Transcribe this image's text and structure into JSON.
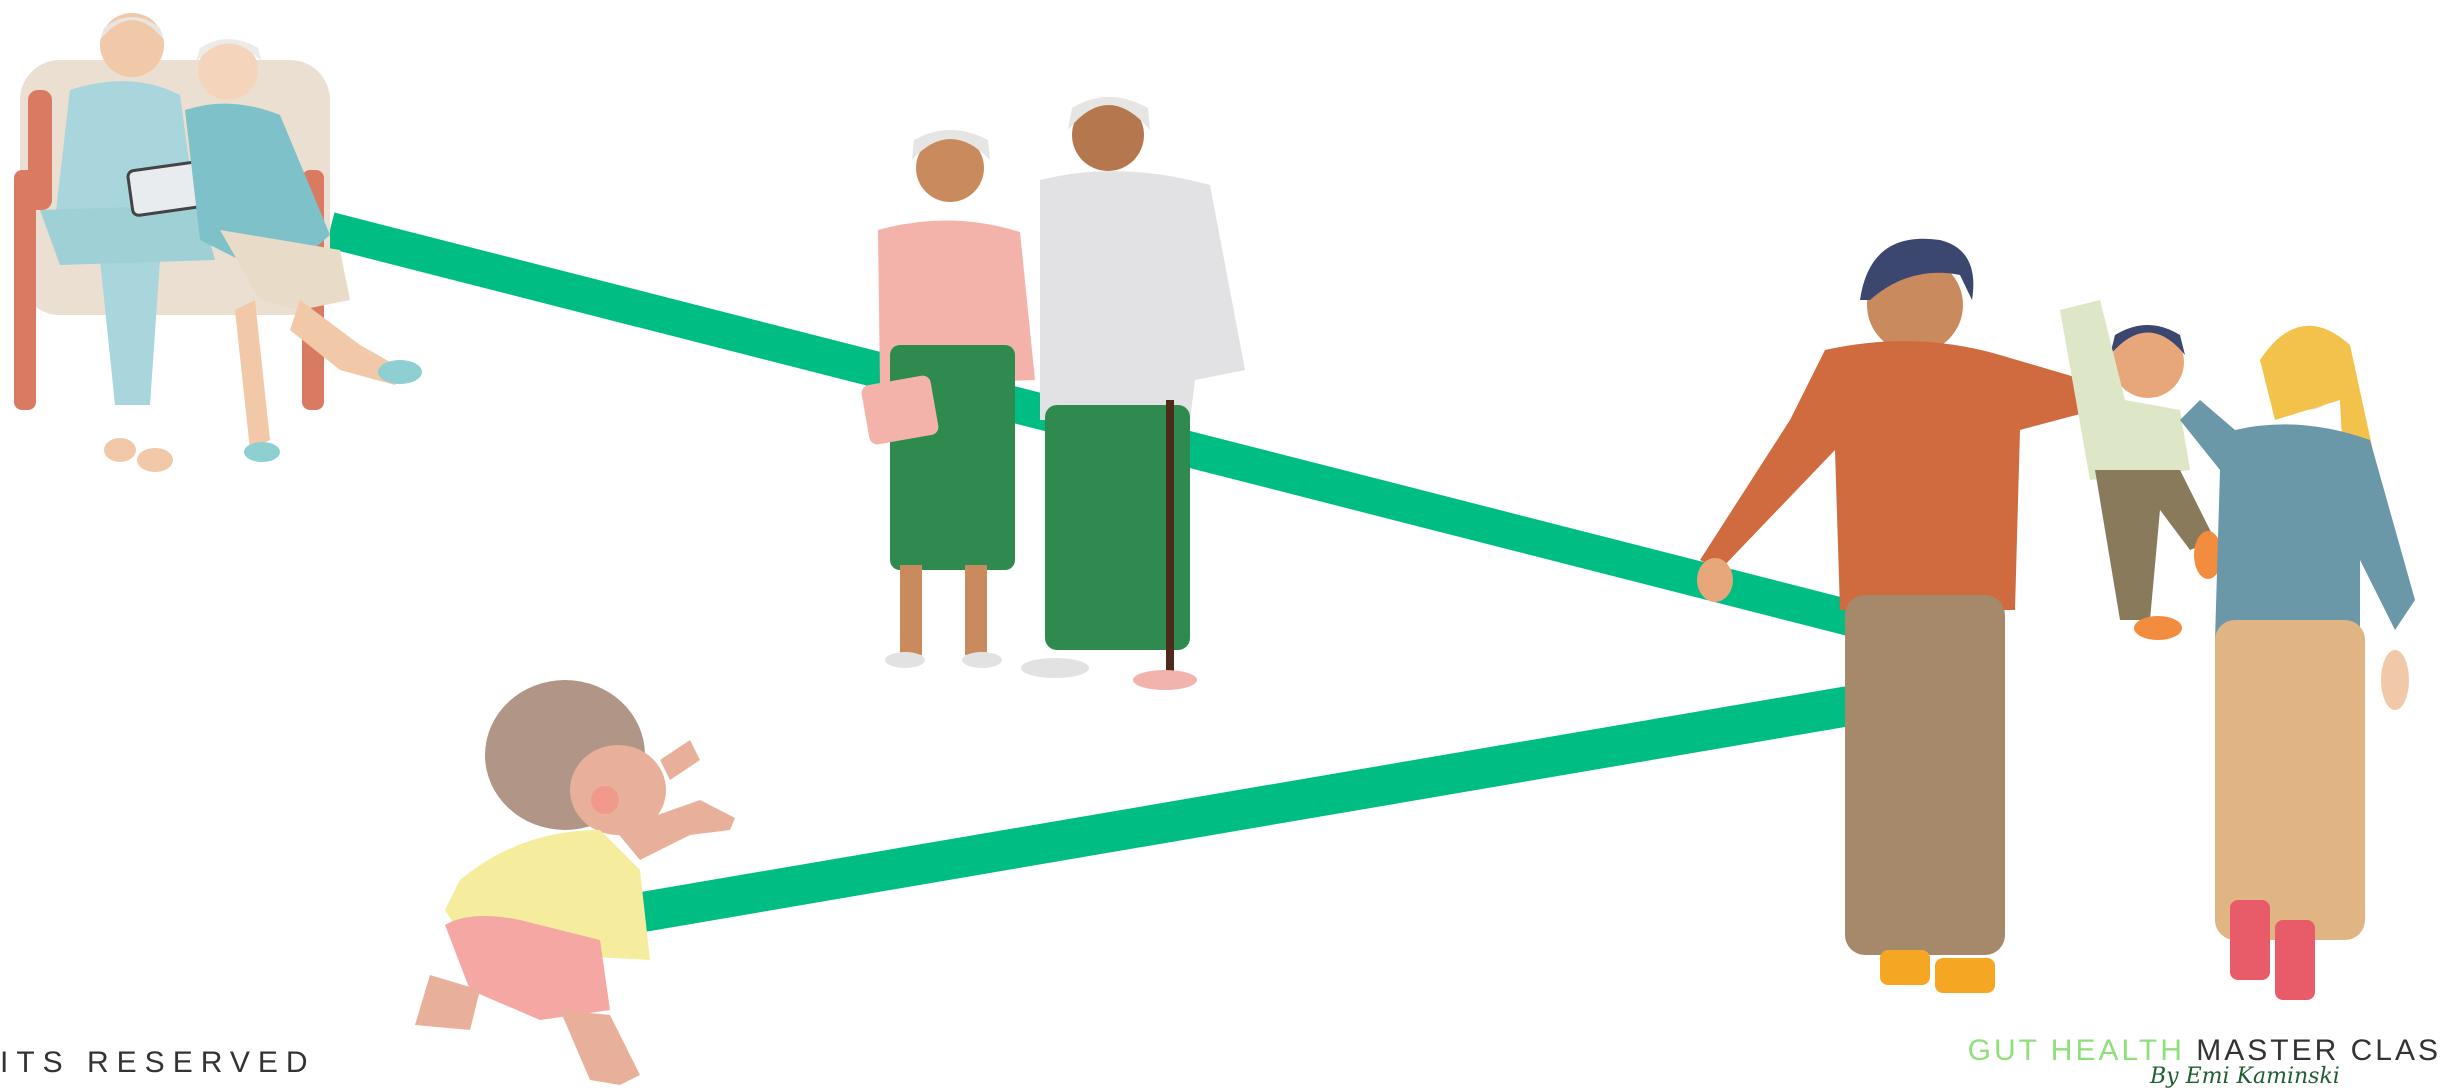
{
  "footer": {
    "rights_text": "ITS RESERVED",
    "brand_primary": "GUT HEALTH",
    "brand_secondary": "MASTER CLAS",
    "signature": "By Emi Kaminski"
  },
  "colors": {
    "connector": "#00bd84",
    "brand_green": "#8fe07a",
    "text_dark": "#333333"
  },
  "figures": [
    {
      "id": "elderly-couple-seated",
      "description_icon": "elderly-couple-on-sofa-icon"
    },
    {
      "id": "senior-couple-standing",
      "description_icon": "senior-couple-standing-icon"
    },
    {
      "id": "young-family",
      "description_icon": "family-swinging-child-icon"
    },
    {
      "id": "baby-crawling",
      "description_icon": "toddler-reaching-icon"
    }
  ]
}
